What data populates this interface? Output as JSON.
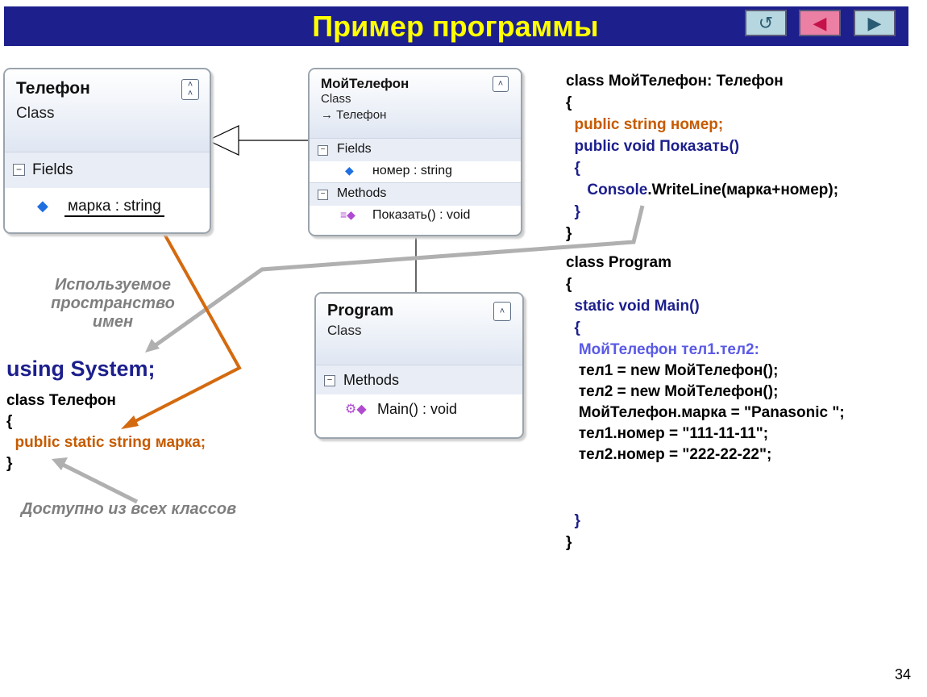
{
  "slide": {
    "title": "Пример программы",
    "page_number": "34",
    "nav": {
      "return_icon": "return-arrow-icon",
      "back_icon": "triangle-left-icon",
      "forward_icon": "triangle-right-icon"
    }
  },
  "colors": {
    "title_bar": "#1c1f8c",
    "title_text": "#ffff00",
    "keyword_blue": "#1c1f8c",
    "keyword_orange": "#c65b00",
    "keyword_violet": "#5a5ae6",
    "note_gray": "#7f7f7f"
  },
  "classes": {
    "telefon": {
      "name": "Телефон",
      "type": "Class",
      "fields_label": "Fields",
      "field": "марка : string"
    },
    "moytelefon": {
      "name": "МойТелефон",
      "type": "Class",
      "inherits": "Телефон",
      "fields_label": "Fields",
      "field": "номер : string",
      "methods_label": "Methods",
      "method": "Показать() : void"
    },
    "program": {
      "name": "Program",
      "type": "Class",
      "methods_label": "Methods",
      "method": "Main() : void"
    }
  },
  "code_right": {
    "l1": "class МойТелефон: Телефон",
    "l2": "{",
    "l3": "  public string номер;",
    "l4a": "  public void ",
    "l4b": "Показать()",
    "l5": "  {",
    "l6a": "     Console",
    "l6b": ".WriteLine(марка+номер);",
    "l7": "  }",
    "l8": "}",
    "l9": "class Program",
    "l10": "{",
    "l11": "  static void Main()",
    "l12": "  {",
    "l13": "   МойТелефон тел1.тел2:",
    "l14": "   тел1 = new МойТелефон();",
    "l15": "   тел2 = new МойТелефон();",
    "l16": "   МойТелефон.марка = \"Panasonic \";",
    "l17": "   тел1.номер = \"111-11-11\";",
    "l18": "   тел2.номер = \"222-22-22\";",
    "l19": "  }",
    "l20": "}"
  },
  "code_left": {
    "using": "using System;",
    "l1": "class Телефон",
    "l2": "{",
    "l3": "  public static string марка;",
    "l4": "}"
  },
  "notes": {
    "namespace_1": "Используемое",
    "namespace_2": "пространство",
    "namespace_3": "имен",
    "access": "Доступно из всех классов"
  }
}
